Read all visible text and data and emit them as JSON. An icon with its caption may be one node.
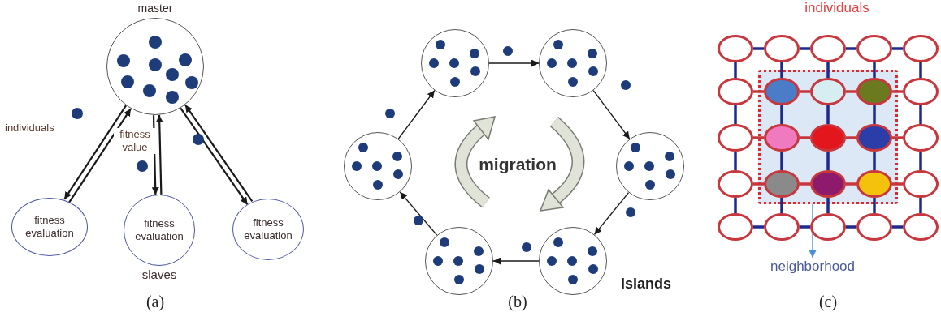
{
  "diagram": {
    "nodes": [
      {
        "text": [
          "master"
        ]
      },
      {
        "text": [
          "fitness evaluation"
        ]
      },
      {
        "text": [
          "fitness evaluation"
        ]
      },
      {
        "text": [
          "fitness evaluation"
        ]
      },
      {
        "text": [],
        "shape": "circle"
      },
      {
        "text": [],
        "shape": "circle"
      },
      {
        "text": [],
        "shape": "circle"
      },
      {
        "text": [],
        "shape": "circle"
      },
      {
        "text": [],
        "shape": "circle"
      },
      {
        "text": [],
        "shape": "circle"
      },
      {
        "text": [],
        "shape": "box"
      },
      {
        "text": [],
        "shape": "circle"
      },
      {
        "text": [],
        "shape": "circle"
      },
      {
        "text": [],
        "shape": "circle"
      },
      {
        "text": [],
        "shape": "circle"
      },
      {
        "text": [],
        "shape": "circle"
      },
      {
        "text": [],
        "shape": "circle"
      },
      {
        "text": [],
        "shape": "circle",
        "in": 10
      },
      {
        "text": [],
        "shape": "circle",
        "in": 10
      },
      {
        "text": [],
        "shape": "circle",
        "in": 10
      },
      {
        "text": [],
        "shape": "circle"
      },
      {
        "text": [],
        "shape": "circle"
      },
      {
        "text": [],
        "shape": "circle",
        "in": 10
      },
      {
        "text": [],
        "shape": "circle",
        "in": 10
      },
      {
        "text": [],
        "shape": "circle",
        "in": 10
      },
      {
        "text": [],
        "shape": "circle"
      },
      {
        "text": [],
        "shape": "circle"
      },
      {
        "text": [],
        "shape": "circle",
        "in": 10
      },
      {
        "text": [],
        "shape": "circle",
        "in": 10
      },
      {
        "text": [],
        "shape": "circle",
        "in": 10
      },
      {
        "text": [],
        "shape": "circle"
      },
      {
        "text": [],
        "shape": "circle"
      },
      {
        "text": [],
        "shape": "circle"
      },
      {
        "text": [],
        "shape": "circle"
      },
      {
        "text": [],
        "shape": "circle"
      },
      {
        "text": [],
        "shape": "circle"
      },
      {
        "text": [
          "neighborhood"
        ]
      }
    ],
    "edges": [
      {
        "from": 0,
        "to": 1,
        "arrow": "to",
        "label": "individuals",
        "color": "#1a1a1a"
      },
      {
        "from": 1,
        "to": 0,
        "arrow": "to",
        "label": "fitness value",
        "color": "#1a1a1a"
      },
      {
        "from": 0,
        "to": 2,
        "arrow": "to",
        "color": "#1a1a1a"
      },
      {
        "from": 2,
        "to": 0,
        "arrow": "to",
        "color": "#1a1a1a"
      },
      {
        "from": 0,
        "to": 3,
        "arrow": "to",
        "color": "#1a1a1a"
      },
      {
        "from": 3,
        "to": 0,
        "arrow": "to",
        "color": "#1a1a1a"
      },
      {
        "from": 4,
        "to": 5,
        "arrow": "to",
        "color": "#1a1a1a"
      },
      {
        "from": 5,
        "to": 7,
        "arrow": "to",
        "color": "#1a1a1a"
      },
      {
        "from": 7,
        "to": 9,
        "arrow": "to",
        "color": "#1a1a1a"
      },
      {
        "from": 9,
        "to": 8,
        "arrow": "to",
        "color": "#1a1a1a"
      },
      {
        "from": 8,
        "to": 6,
        "arrow": "to",
        "color": "#1a1a1a"
      },
      {
        "from": 6,
        "to": 4,
        "arrow": "to",
        "color": "#1a1a1a"
      },
      {
        "from": 11,
        "to": 12,
        "arrow": "none",
        "color": "#1f2a8f"
      },
      {
        "from": 12,
        "to": 13,
        "arrow": "none",
        "color": "#1f2a8f"
      },
      {
        "from": 13,
        "to": 14,
        "arrow": "none",
        "color": "#1f2a8f"
      },
      {
        "from": 14,
        "to": 15,
        "arrow": "none",
        "color": "#1f2a8f"
      },
      {
        "from": 16,
        "to": 17,
        "arrow": "none",
        "color": "#c8373d"
      },
      {
        "from": 17,
        "to": 18,
        "arrow": "none",
        "color": "#c8373d"
      },
      {
        "from": 18,
        "to": 19,
        "arrow": "none",
        "color": "#c8373d"
      },
      {
        "from": 19,
        "to": 20,
        "arrow": "none",
        "color": "#c8373d"
      },
      {
        "from": 21,
        "to": 22,
        "arrow": "none",
        "color": "#c8373d"
      },
      {
        "from": 22,
        "to": 23,
        "arrow": "none",
        "color": "#c8373d"
      },
      {
        "from": 23,
        "to": 24,
        "arrow": "none",
        "color": "#c8373d"
      },
      {
        "from": 24,
        "to": 25,
        "arrow": "none",
        "color": "#c8373d"
      },
      {
        "from": 26,
        "to": 27,
        "arrow": "none",
        "color": "#c8373d"
      },
      {
        "from": 27,
        "to": 28,
        "arrow": "none",
        "color": "#c8373d"
      },
      {
        "from": 28,
        "to": 29,
        "arrow": "none",
        "color": "#c8373d"
      },
      {
        "from": 29,
        "to": 30,
        "arrow": "none",
        "color": "#c8373d"
      },
      {
        "from": 31,
        "to": 32,
        "arrow": "none",
        "color": "#1f2a8f"
      },
      {
        "from": 32,
        "to": 33,
        "arrow": "none",
        "color": "#1f2a8f"
      },
      {
        "from": 33,
        "to": 34,
        "arrow": "none",
        "color": "#1f2a8f"
      },
      {
        "from": 34,
        "to": 35,
        "arrow": "none",
        "color": "#1f2a8f"
      },
      {
        "from": 11,
        "to": 16,
        "arrow": "none",
        "color": "#1f2a8f"
      },
      {
        "from": 12,
        "to": 17,
        "arrow": "none",
        "color": "#1f2a8f"
      },
      {
        "from": 13,
        "to": 18,
        "arrow": "none",
        "color": "#1f2a8f"
      },
      {
        "from": 14,
        "to": 19,
        "arrow": "none",
        "color": "#1f2a8f"
      },
      {
        "from": 15,
        "to": 20,
        "arrow": "none",
        "color": "#1f2a8f"
      },
      {
        "from": 16,
        "to": 21,
        "arrow": "none",
        "color": "#1f2a8f"
      },
      {
        "from": 17,
        "to": 22,
        "arrow": "none",
        "color": "#1f2a8f"
      },
      {
        "from": 18,
        "to": 23,
        "arrow": "none",
        "color": "#1f2a8f"
      },
      {
        "from": 19,
        "to": 24,
        "arrow": "none",
        "color": "#1f2a8f"
      },
      {
        "from": 20,
        "to": 25,
        "arrow": "none",
        "color": "#1f2a8f"
      },
      {
        "from": 21,
        "to": 26,
        "arrow": "none",
        "color": "#1f2a8f"
      },
      {
        "from": 22,
        "to": 27,
        "arrow": "none",
        "color": "#1f2a8f"
      },
      {
        "from": 23,
        "to": 28,
        "arrow": "none",
        "color": "#1f2a8f"
      },
      {
        "from": 24,
        "to": 29,
        "arrow": "none",
        "color": "#1f2a8f"
      },
      {
        "from": 25,
        "to": 30,
        "arrow": "none",
        "color": "#1f2a8f"
      },
      {
        "from": 26,
        "to": 31,
        "arrow": "none",
        "color": "#1f2a8f"
      },
      {
        "from": 27,
        "to": 32,
        "arrow": "none",
        "color": "#1f2a8f"
      },
      {
        "from": 28,
        "to": 33,
        "arrow": "none",
        "color": "#1f2a8f"
      },
      {
        "from": 29,
        "to": 34,
        "arrow": "none",
        "color": "#1f2a8f"
      },
      {
        "from": 30,
        "to": 35,
        "arrow": "none",
        "color": "#1f2a8f"
      },
      {
        "from": 10,
        "to": 36,
        "arrow": "to",
        "color": "#4a90d9"
      }
    ],
    "labels": [
      "slaves",
      "(a)",
      "migration",
      "islands",
      "(b)",
      "individuals",
      "(c)"
    ]
  }
}
